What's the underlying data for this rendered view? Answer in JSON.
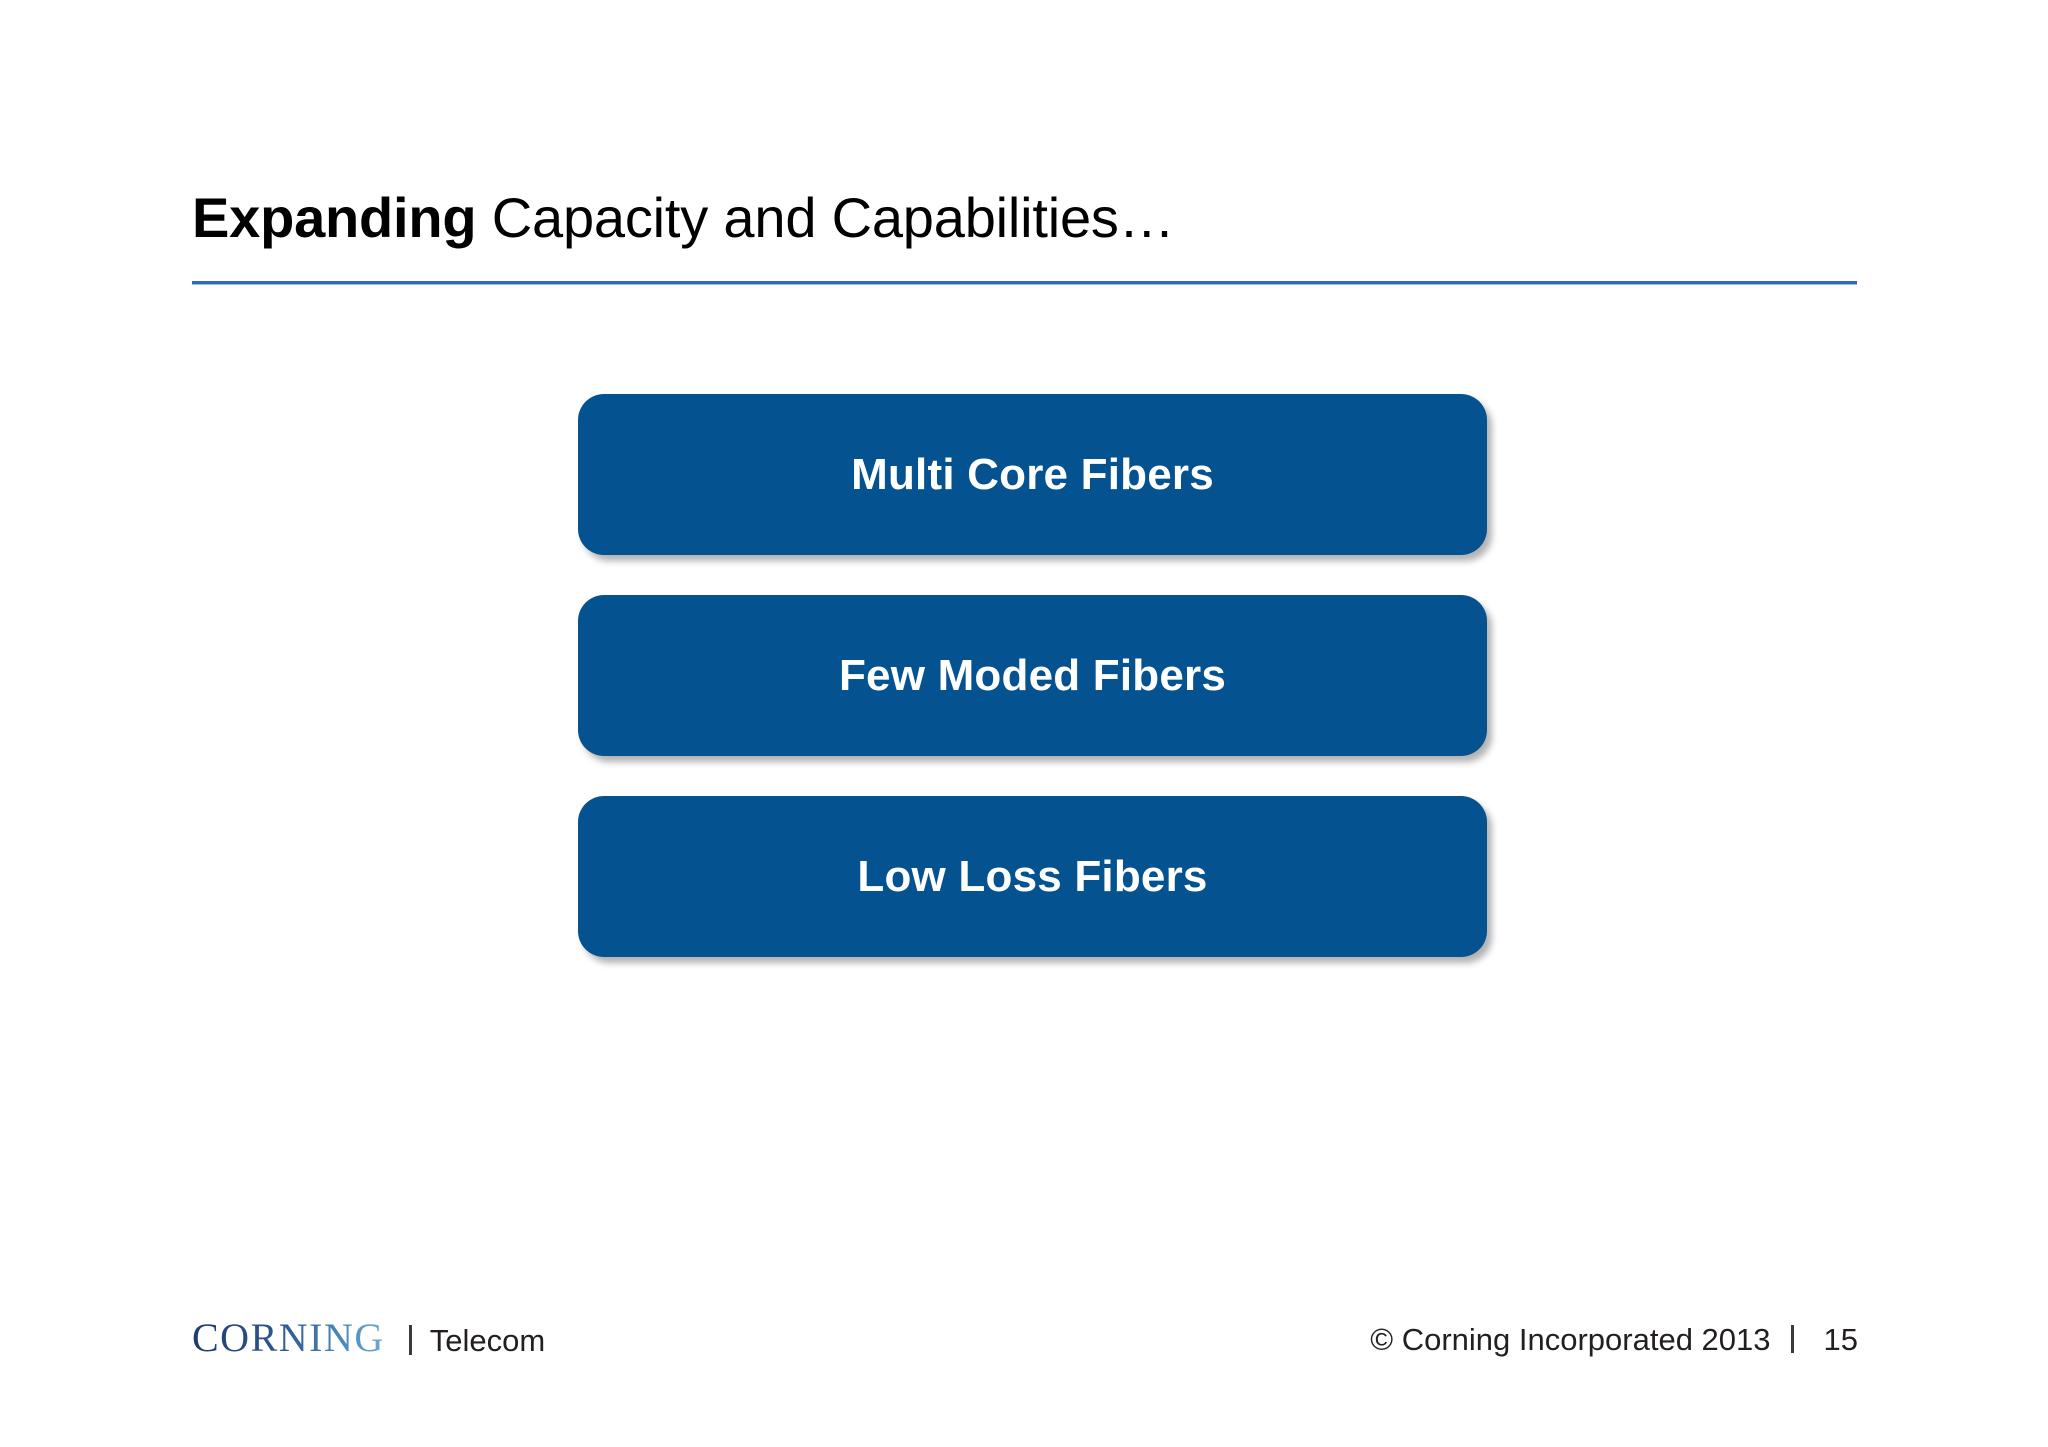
{
  "slide": {
    "title_strong": "Expanding",
    "title_rest": " Capacity and Capabilities…",
    "accent_color": "#04528F",
    "rule_color": "#2E6DB4"
  },
  "boxes": [
    {
      "label": "Multi Core Fibers"
    },
    {
      "label": "Few Moded Fibers"
    },
    {
      "label": "Low Loss Fibers"
    }
  ],
  "footer": {
    "logo": "CORNING",
    "separator": "|",
    "business_unit": "Telecom",
    "copyright": "© Corning Incorporated 2013",
    "separator_right": "|",
    "page_number": "15"
  }
}
